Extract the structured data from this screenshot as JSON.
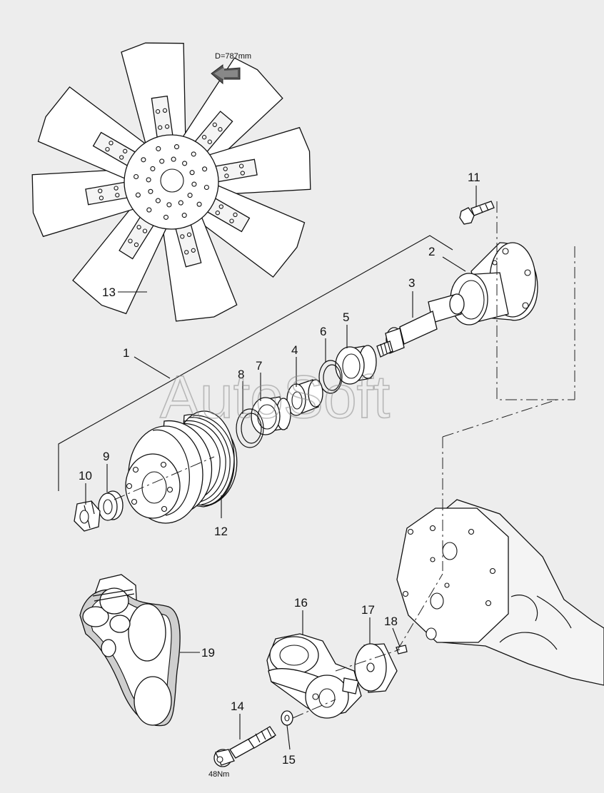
{
  "watermark": "AutoSoft",
  "annotations": {
    "fan_diameter": "D=787mm",
    "bolt_torque": "48Nm"
  },
  "callouts": [
    {
      "id": "c1",
      "label": "1"
    },
    {
      "id": "c2",
      "label": "2"
    },
    {
      "id": "c3",
      "label": "3"
    },
    {
      "id": "c4",
      "label": "4"
    },
    {
      "id": "c5",
      "label": "5"
    },
    {
      "id": "c6",
      "label": "6"
    },
    {
      "id": "c7",
      "label": "7"
    },
    {
      "id": "c8",
      "label": "8"
    },
    {
      "id": "c9",
      "label": "9"
    },
    {
      "id": "c10",
      "label": "10"
    },
    {
      "id": "c11",
      "label": "11"
    },
    {
      "id": "c12",
      "label": "12"
    },
    {
      "id": "c13",
      "label": "13"
    },
    {
      "id": "c14",
      "label": "14"
    },
    {
      "id": "c15",
      "label": "15"
    },
    {
      "id": "c16",
      "label": "16"
    },
    {
      "id": "c17",
      "label": "17"
    },
    {
      "id": "c18",
      "label": "18"
    },
    {
      "id": "c19",
      "label": "19"
    }
  ]
}
